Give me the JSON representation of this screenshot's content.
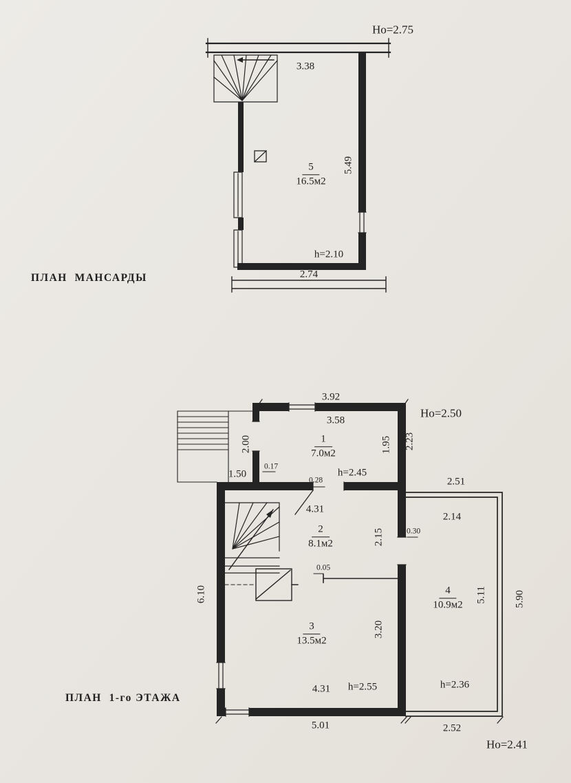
{
  "colors": {
    "paper": "#e9e6e1",
    "ink": "#242424"
  },
  "attic": {
    "title": "ПЛАН  МАНСАРДЫ",
    "ceiling_note": "Но=2.75",
    "room": {
      "number": "5",
      "area": "16.5м2",
      "height": "h=2.10"
    },
    "dim_top": "3.38",
    "dim_right": "5.49",
    "dim_bottom": "2.74"
  },
  "floor1": {
    "title": "ПЛАН  1-го ЭТАЖА",
    "ceiling_note_top": "Но=2.50",
    "ceiling_note_bottom": "Но=2.41",
    "room1": {
      "number": "1",
      "area": "7.0м2",
      "height": "h=2.45"
    },
    "room2": {
      "number": "2",
      "area": "8.1м2"
    },
    "room3": {
      "number": "3",
      "area": "13.5м2",
      "height": "h=2.55"
    },
    "room4": {
      "number": "4",
      "area": "10.9м2",
      "height": "h=2.36"
    },
    "dims": {
      "top_outer": "3.92",
      "top_inner": "3.58",
      "porch_depth": "2.00",
      "porch_width": "1.50",
      "wall_017": "0.17",
      "door_028": "0.28",
      "room1_inner_h": "1.95",
      "room1_outer_h": "2.23",
      "wing_top": "2.51",
      "wing_top_inner": "2.14",
      "hall_width": "4.31",
      "room2_h": "2.15",
      "wall_030": "0.30",
      "left_total": "6.10",
      "partition_005": "0.05",
      "wing_inner_h": "5.11",
      "wing_outer_h": "5.90",
      "room3_h": "3.20",
      "room3_w": "4.31",
      "bottom_main": "5.01",
      "bottom_wing": "2.52"
    }
  }
}
